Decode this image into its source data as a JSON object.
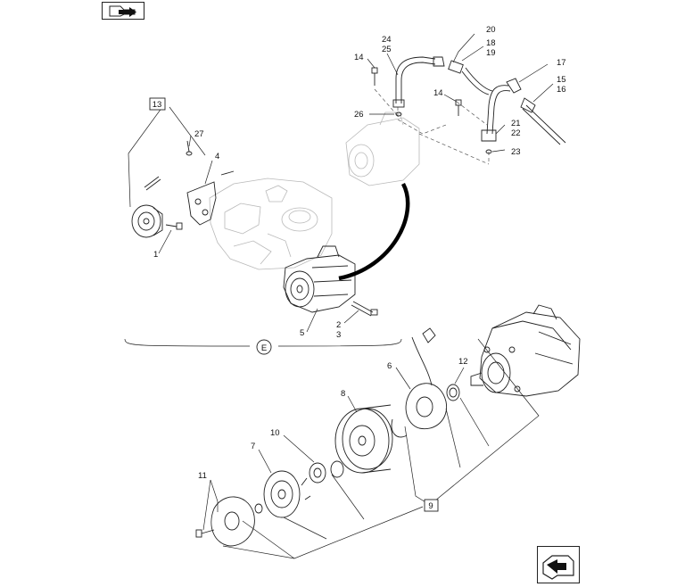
{
  "callouts": {
    "c1": "1",
    "c2": "2",
    "c3": "3",
    "c4": "4",
    "c5": "5",
    "c6": "6",
    "c7": "7",
    "c8": "8",
    "c9": "9",
    "c10": "10",
    "c11": "11",
    "c12": "12",
    "c13": "13",
    "c14a": "14",
    "c14b": "14",
    "c15": "15",
    "c16": "16",
    "c17": "17",
    "c18": "18",
    "c19": "19",
    "c20": "20",
    "c21": "21",
    "c22": "22",
    "c23": "23",
    "c24": "24",
    "c25": "25",
    "c26": "26",
    "c27": "27",
    "detail": "E"
  },
  "icons": {
    "top_left": "previous-page-arrow-icon",
    "bottom_right": "next-page-arrow-icon"
  }
}
